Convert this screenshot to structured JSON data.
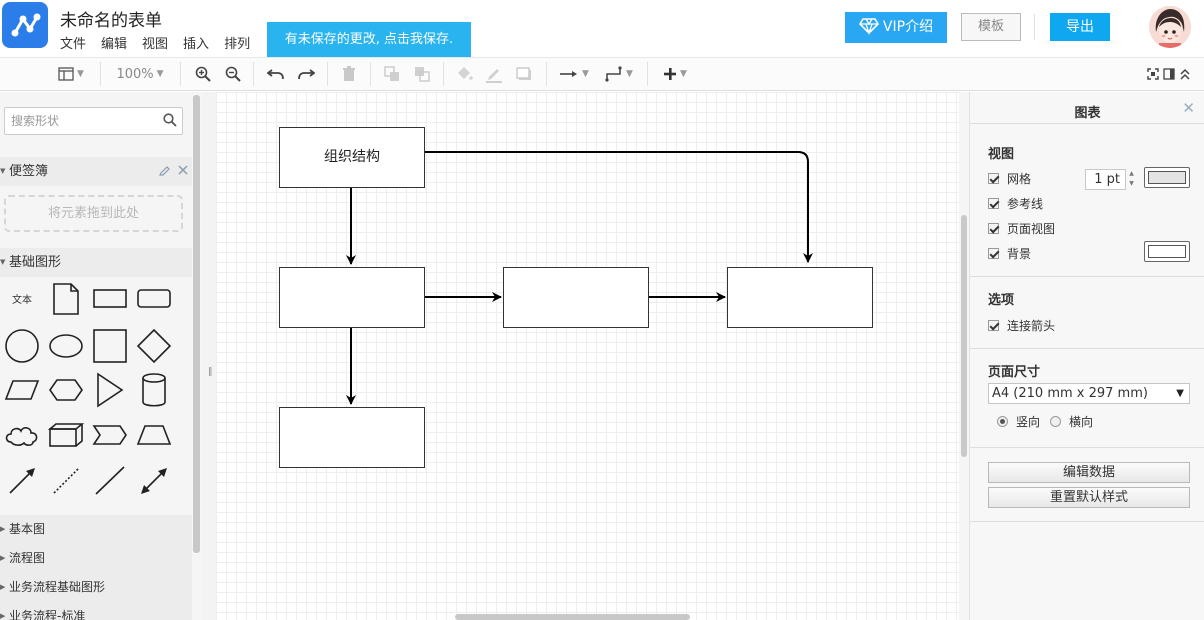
{
  "app": {
    "doc_title": "未命名的表单",
    "menu": [
      "文件",
      "编辑",
      "视图",
      "插入",
      "排列"
    ],
    "unsaved_notice": "有未保存的更改, 点击我保存.",
    "vip_label": "VIP介绍",
    "template_label": "模板",
    "export_label": "导出"
  },
  "toolbar": {
    "zoom": "100%"
  },
  "left": {
    "search_placeholder": "搜索形状",
    "scratchpad_title": "便签簿",
    "dropzone_text": "将元素拖到此处",
    "basic_shapes_title": "基础图形",
    "text_shape_label": "文本",
    "lower_sections": [
      "基本图",
      "流程图",
      "业务流程基础图形",
      "业务流程-标准"
    ]
  },
  "canvas": {
    "root_label": "组织结构"
  },
  "right": {
    "title": "图表",
    "view_section": "视图",
    "grid_label": "网格",
    "grid_size": "1 pt",
    "guides_label": "参考线",
    "page_view_label": "页面视图",
    "background_label": "背景",
    "options_section": "选项",
    "connection_arrows_label": "连接箭头",
    "page_size_section": "页面尺寸",
    "page_size_value": "A4 (210 mm x 297 mm)",
    "portrait_label": "竖向",
    "landscape_label": "横向",
    "edit_data_label": "编辑数据",
    "reset_style_label": "重置默认样式",
    "grid_color": "#eeeeee",
    "background_color": "#ffffff"
  }
}
